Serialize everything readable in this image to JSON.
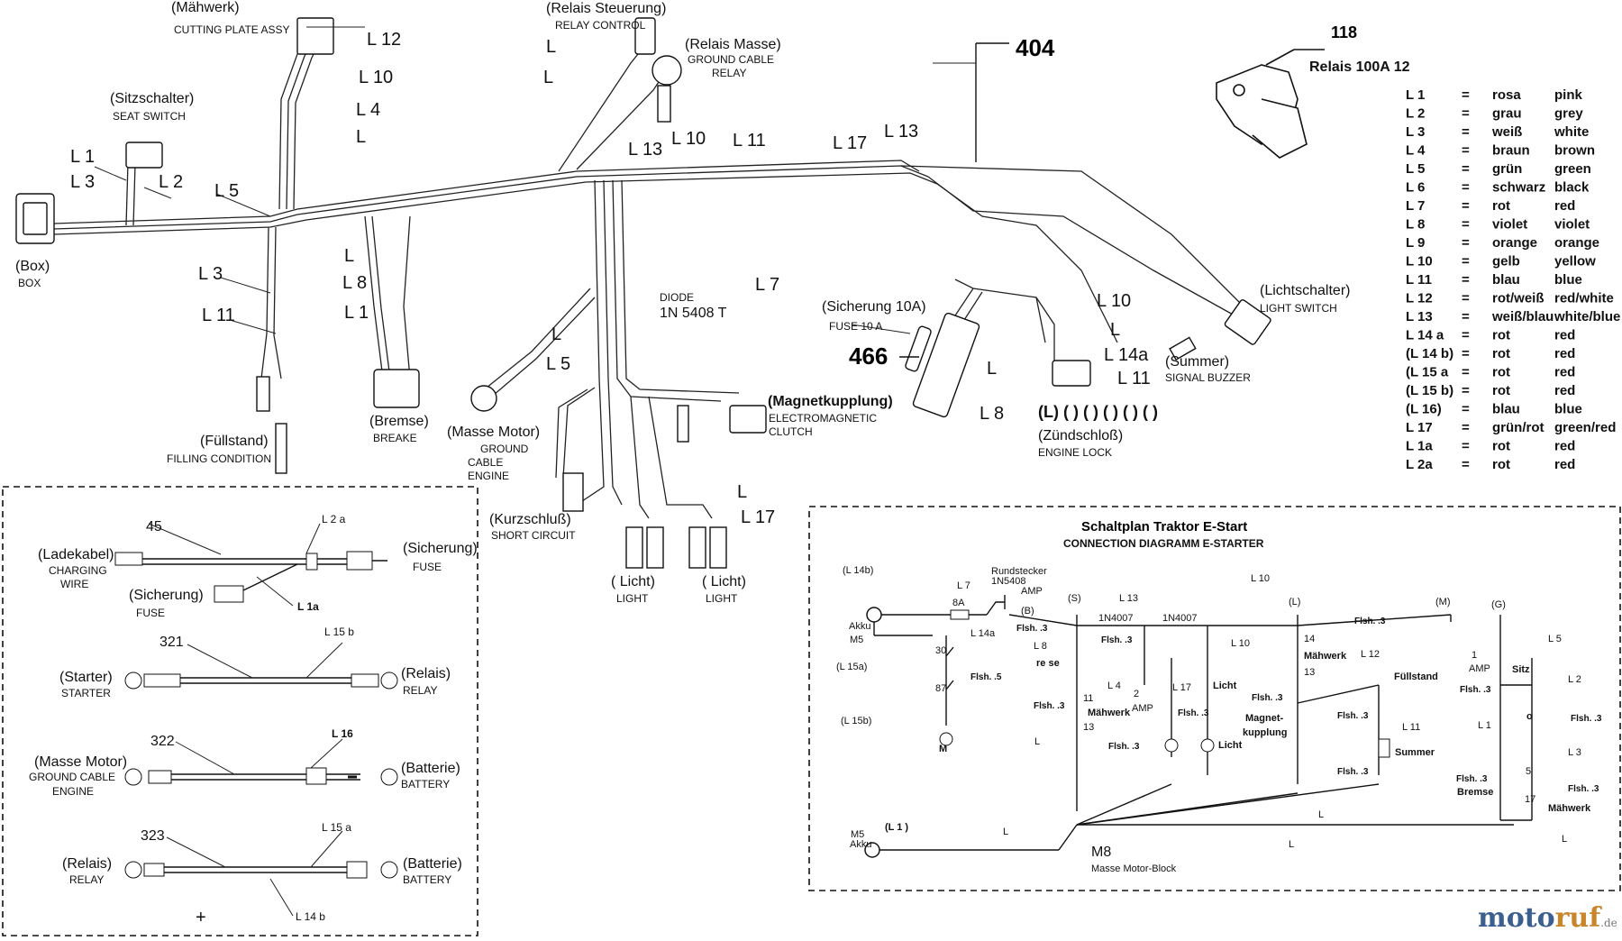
{
  "components": {
    "cutting_plate": {
      "de": "(Mähwerk)",
      "en": "CUTTING PLATE ASSY"
    },
    "relay_control": {
      "de": "(Relais Steuerung)",
      "en": "RELAY CONTROL"
    },
    "ground_relay": {
      "de": "(Relais Masse)",
      "en1": "GROUND CABLE",
      "en2": "RELAY"
    },
    "seat_switch": {
      "de": "(Sitzschalter)",
      "en": "SEAT SWITCH"
    },
    "box": {
      "de": "(Box)",
      "en": "BOX"
    },
    "filling": {
      "de": "(Füllstand)",
      "en": "FILLING CONDITION"
    },
    "brake": {
      "de": "(Bremse)",
      "en": "BREAKE"
    },
    "ground_motor": {
      "de": "(Masse Motor)",
      "en1": "GROUND",
      "en2": "CABLE",
      "en3": "ENGINE"
    },
    "diode": {
      "en": "DIODE",
      "part": "1N 5408 T"
    },
    "clutch": {
      "de": "(Magnetkupplung)",
      "en1": "ELECTROMAGNETIC",
      "en2": "CLUTCH"
    },
    "short_circuit": {
      "de": "(Kurzschluß)",
      "en": "SHORT CIRCUIT"
    },
    "light_left": {
      "de": "( Licht)",
      "en": "LIGHT"
    },
    "light_right": {
      "de": "( Licht)",
      "en": "LIGHT"
    },
    "fuse": {
      "de": "(Sicherung 10A)",
      "en": "FUSE 10 A",
      "ref": "466"
    },
    "light_switch": {
      "de": "(Lichtschalter)",
      "en": "LIGHT SWITCH"
    },
    "buzzer": {
      "de": "(Summer)",
      "en": "SIGNAL BUZZER"
    },
    "engine_lock": {
      "de": "(Zündschloß)",
      "en": "ENGINE LOCK",
      "pins": "(L) (  ) (  ) (  ) (  ) (  )"
    },
    "harness_ref": "404",
    "relay": {
      "ref": "118",
      "label": "Relais 100A 12"
    }
  },
  "harness_labels": {
    "L12": "L 12",
    "L10": "L 10",
    "L4": "L 4",
    "L": "L",
    "L1": "L 1",
    "L3": "L 3",
    "L2": "L 2",
    "L5": "L 5",
    "L11": "L 11",
    "L8": "L 8",
    "L13": "L 13",
    "L17": "L 17",
    "L7": "L 7",
    "L14a": "L 14a"
  },
  "legend": [
    {
      "code": "L 1",
      "eq": "=",
      "de": "rosa",
      "en": "pink"
    },
    {
      "code": "L 2",
      "eq": "=",
      "de": "grau",
      "en": "grey"
    },
    {
      "code": "L 3",
      "eq": "=",
      "de": "weiß",
      "en": "white"
    },
    {
      "code": "L 4",
      "eq": "=",
      "de": "braun",
      "en": "brown"
    },
    {
      "code": "L 5",
      "eq": "=",
      "de": "grün",
      "en": "green"
    },
    {
      "code": "L 6",
      "eq": "=",
      "de": "schwarz",
      "en": "black"
    },
    {
      "code": "L 7",
      "eq": "=",
      "de": "rot",
      "en": "red"
    },
    {
      "code": "L 8",
      "eq": "=",
      "de": "violet",
      "en": "violet"
    },
    {
      "code": "L 9",
      "eq": "=",
      "de": "orange",
      "en": "orange"
    },
    {
      "code": "L 10",
      "eq": "=",
      "de": "gelb",
      "en": "yellow"
    },
    {
      "code": "L 11",
      "eq": "=",
      "de": "blau",
      "en": "blue"
    },
    {
      "code": "L 12",
      "eq": "=",
      "de": "rot/weiß",
      "en": "red/white"
    },
    {
      "code": "L 13",
      "eq": "=",
      "de": "weiß/blau",
      "en": "white/blue"
    },
    {
      "code": "L 14 a",
      "eq": "=",
      "de": "rot",
      "en": "red"
    },
    {
      "code": "(L 14 b)",
      "eq": "=",
      "de": "rot",
      "en": "red"
    },
    {
      "code": "(L 15 a",
      "eq": "=",
      "de": "rot",
      "en": "red"
    },
    {
      "code": "(L 15 b)",
      "eq": "=",
      "de": "rot",
      "en": "red"
    },
    {
      "code": "(L 16)",
      "eq": "=",
      "de": "blau",
      "en": "blue"
    },
    {
      "code": "L 17",
      "eq": "=",
      "de": "grün/rot",
      "en": "green/red"
    },
    {
      "code": "L 1a",
      "eq": "=",
      "de": "rot",
      "en": "red"
    },
    {
      "code": "L 2a",
      "eq": "=",
      "de": "rot",
      "en": "red"
    }
  ],
  "cables": {
    "c45": {
      "num": "45",
      "wire": "L 2 a",
      "left_de": "(Ladekabel)",
      "left_en1": "CHARGING",
      "left_en2": "WIRE",
      "right_de": "(Sicherung)",
      "right_en": "FUSE",
      "sub_de": "(Sicherung)",
      "sub_en": "FUSE",
      "sub_wire": "L 1a"
    },
    "c321": {
      "num": "321",
      "wire": "L 15 b",
      "left_de": "(Starter)",
      "left_en": "STARTER",
      "right_de": "(Relais)",
      "right_en": "RELAY"
    },
    "c322": {
      "num": "322",
      "wire": "L 16",
      "left_de": "(Masse Motor)",
      "left_en1": "GROUND CABLE",
      "left_en2": "ENGINE",
      "right_de": "(Batterie)",
      "right_en": "BATTERY"
    },
    "c323": {
      "num": "323",
      "wire": "L 15 a",
      "left_de": "(Relais)",
      "left_en": "RELAY",
      "right_de": "(Batterie)",
      "right_en": "BATTERY",
      "plus": "+",
      "sub_wire": "L 14 b"
    }
  },
  "schematic": {
    "title": "Schaltplan Traktor E-Start",
    "subtitle": "CONNECTION DIAGRAMM E-STARTER",
    "labels": {
      "L14b": "(L 14b)",
      "akku_top": "Akku",
      "m5_top": "M5",
      "L15a": "(L 15a)",
      "L15b": "(L 15b)",
      "M": "M",
      "L7": "L 7",
      "rundstecker": "Rundstecker",
      "n5408": "1N5408",
      "amp": "AMP",
      "amp2": "AMP",
      "amp3": "AMP",
      "b": "(B)",
      "a8": "8A",
      "L14a": "L 14a",
      "flsh": "Flsh. .3",
      "flsh5": "Flsh. .5",
      "n30": "30",
      "n87": "87",
      "S": "(S)",
      "L8": "L 8",
      "rese": "re  se",
      "L13": "L 13",
      "n4007a": "1N4007",
      "n4007b": "1N4007",
      "L10a": "L 10",
      "L10b": "L 10",
      "Lg": "(L)",
      "Mg": "(M)",
      "Gg": "(G)",
      "L4": "L 4",
      "maehwerk1": "Mähwerk",
      "n11": "11",
      "n13a": "13",
      "L17": "L 17",
      "licht1": "Licht",
      "licht2": "Licht",
      "n2": "2",
      "n14": "14",
      "maehwerk2": "Mähwerk",
      "n13b": "13",
      "L12": "L 12",
      "magnet1": "Magnet-",
      "magnet2": "kupplung",
      "fuellstand": "Füllstand",
      "L11": "L 11",
      "summer": "Summer",
      "one": "1",
      "sitz": "Sitz",
      "L5": "L 5",
      "L2": "L 2",
      "L1": "L 1",
      "o": "o",
      "L3": "L 3",
      "n5": "5",
      "n17": "17",
      "bremse": "Bremse",
      "maehwerk3": "Mähwerk",
      "m5_bot": "M5",
      "akku_bot": "Akku",
      "L1b": "(L 1 )",
      "Lb": "L",
      "Lc": "L",
      "Ld": "L",
      "Le": "L",
      "Lf": "L",
      "M8": "M8",
      "masse": "Masse Motor-Block"
    }
  },
  "watermark": {
    "a": "moto",
    "b": "ruf",
    "c": ".de"
  }
}
